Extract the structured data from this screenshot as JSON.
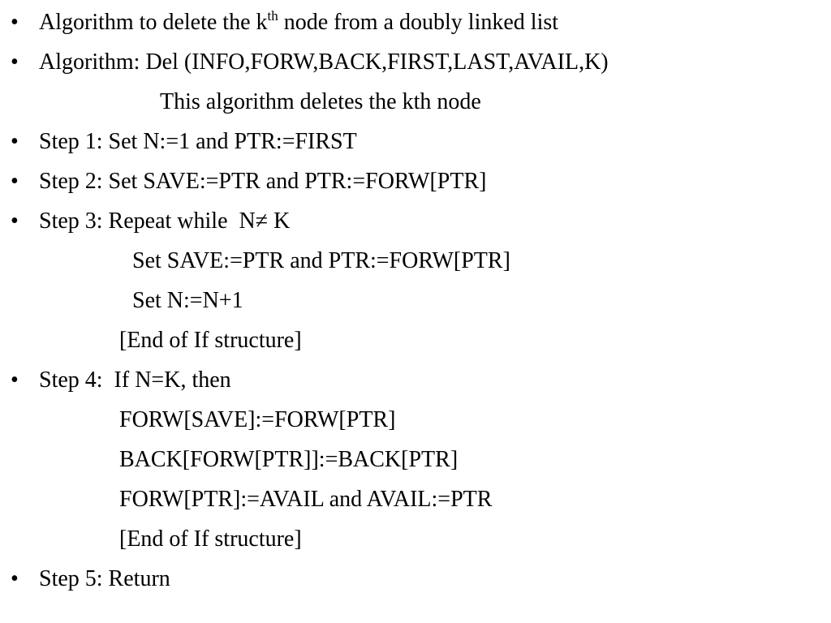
{
  "bullet_glyph": "•",
  "title_line": {
    "before": "Algorithm to delete the k",
    "superscript": "th",
    "after": " node from a doubly linked list"
  },
  "algorithm_line": "Algorithm: Del (INFO,FORW,BACK,FIRST,LAST,AVAIL,K)",
  "description_line": "This algorithm deletes the kth node",
  "step1": "Step 1: Set N:=1 and PTR:=FIRST",
  "step2": "Step 2: Set SAVE:=PTR and PTR:=FORW[PTR]",
  "step3": {
    "header": "Step 3: Repeat while  N≠ K",
    "body": [
      "Set SAVE:=PTR and PTR:=FORW[PTR]",
      "Set N:=N+1"
    ],
    "end": "[End of If structure]"
  },
  "step4": {
    "header": "Step 4:  If N=K, then",
    "body": [
      "FORW[SAVE]:=FORW[PTR]",
      "BACK[FORW[PTR]]:=BACK[PTR]",
      "FORW[PTR]:=AVAIL and AVAIL:=PTR"
    ],
    "end": "[End of If structure]"
  },
  "step5": "Step 5: Return"
}
